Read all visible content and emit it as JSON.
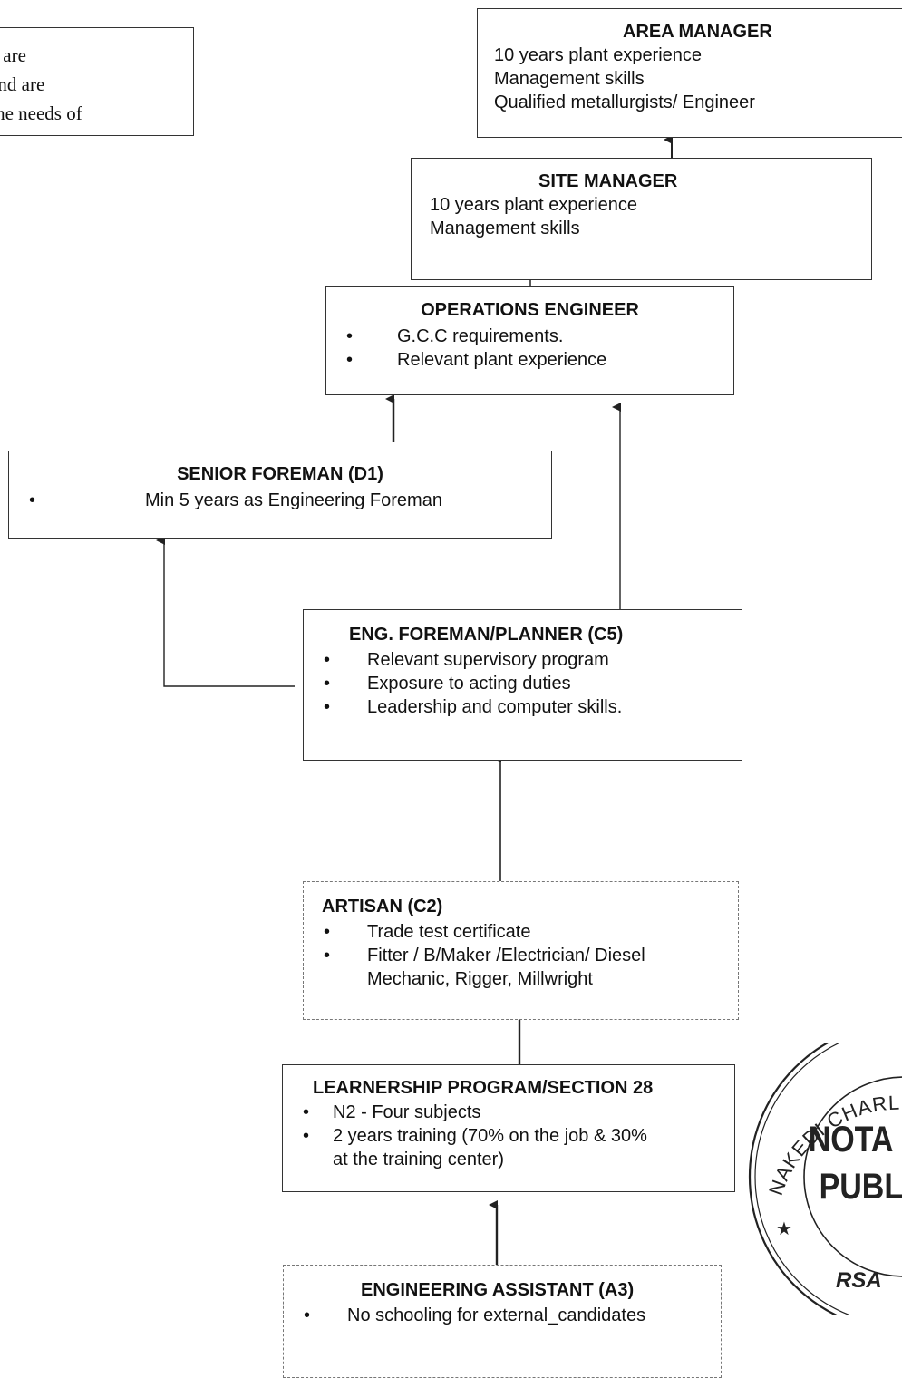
{
  "note": {
    "lines": [
      "ions are",
      "en and are",
      "by the needs of"
    ]
  },
  "area_manager": {
    "title": "AREA MANAGER",
    "lines": [
      "10 years plant experience",
      "Management skills",
      "Qualified metallurgists/ Engineer"
    ]
  },
  "site_manager": {
    "title": "SITE MANAGER",
    "lines": [
      "10 years plant experience",
      "Management skills"
    ]
  },
  "operations_engineer": {
    "title": "OPERATIONS ENGINEER",
    "bullets": [
      "G.C.C requirements.",
      "Relevant plant experience"
    ]
  },
  "senior_foreman": {
    "title": "SENIOR FOREMAN (D1)",
    "bullets": [
      "Min 5 years as Engineering Foreman"
    ]
  },
  "eng_foreman": {
    "title": "ENG. FOREMAN/PLANNER (C5)",
    "bullets": [
      "Relevant supervisory program",
      "Exposure to acting duties",
      "Leadership and computer skills."
    ]
  },
  "artisan": {
    "title": "ARTISAN (C2)",
    "bullets": [
      "Trade test certificate",
      "Fitter / B/Maker /Electrician/ Diesel",
      "Mechanic, Rigger, Millwright"
    ]
  },
  "learnership": {
    "title": "LEARNERSHIP PROGRAM/SECTION 28",
    "bullets": [
      "N2 - Four subjects",
      "2 years training (70% on the job & 30%",
      "at the training center)"
    ]
  },
  "engineering_assistant": {
    "title": "ENGINEERING ASSISTANT (A3)",
    "bullets": [
      "No schooling for external_candidates"
    ]
  },
  "stamp": {
    "ring_text": "NAKEDI CHARLE",
    "center_line1": "NOTA",
    "center_line2": "PUBL",
    "bottom_text": "RSA"
  }
}
